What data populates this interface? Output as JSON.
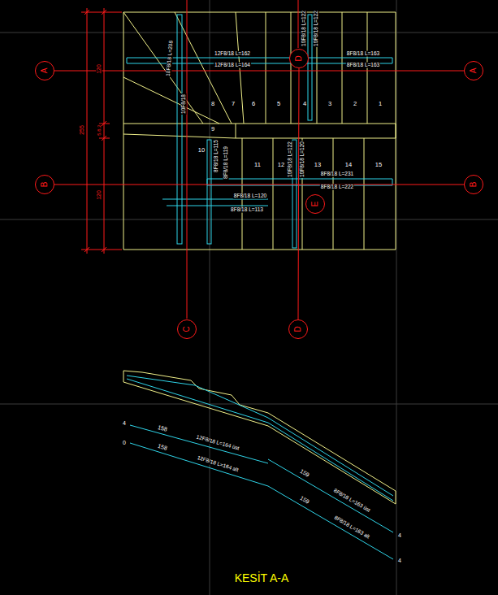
{
  "diagram": {
    "caption": "KESİT A-A",
    "nodes": [
      {
        "text": [
          "A"
        ]
      },
      {
        "text": [
          "D"
        ]
      },
      {
        "text": [
          "A"
        ]
      },
      {
        "text": [
          "B"
        ]
      },
      {
        "text": [
          "E"
        ]
      },
      {
        "text": [
          "B"
        ]
      },
      {
        "text": [
          "C"
        ]
      },
      {
        "text": [
          "D"
        ]
      }
    ],
    "edges": [
      {
        "from": 0,
        "to": 2,
        "arrow": "none"
      },
      {
        "from": 3,
        "to": 5,
        "arrow": "none"
      },
      {
        "from": 1,
        "to": 7,
        "arrow": "none"
      }
    ],
    "labels": [
      "120",
      "5.8.2",
      "120",
      "255",
      "12F8/18 L=162",
      "8F8/18 L=163",
      "12F8/18 L=164",
      "8F8/18 L=163",
      "10F8/18 L=208",
      "10F8/18 L=122",
      "10F8/18 L=122",
      "8",
      "7",
      "6",
      "5",
      "4",
      "3",
      "2",
      "1",
      "10F8/18",
      "9",
      "10",
      "8F8/18 L=115",
      "8F8/18 L=119",
      "11",
      "10F8/18 L=122",
      "10F8/18 L=120",
      "12",
      "13",
      "14",
      "15",
      "8F8/18 L=231",
      "8F8/18 L=222",
      "8F8/18 L=120",
      "8F8/18 L=113",
      "4",
      "158",
      "12F8/18 L=164 üst",
      "0",
      "158",
      "12F8/18 L=164 alt",
      "159",
      "8F8/18 L=163 üst",
      "159",
      "8F8/18 L=163 alt",
      "4",
      "4"
    ]
  }
}
